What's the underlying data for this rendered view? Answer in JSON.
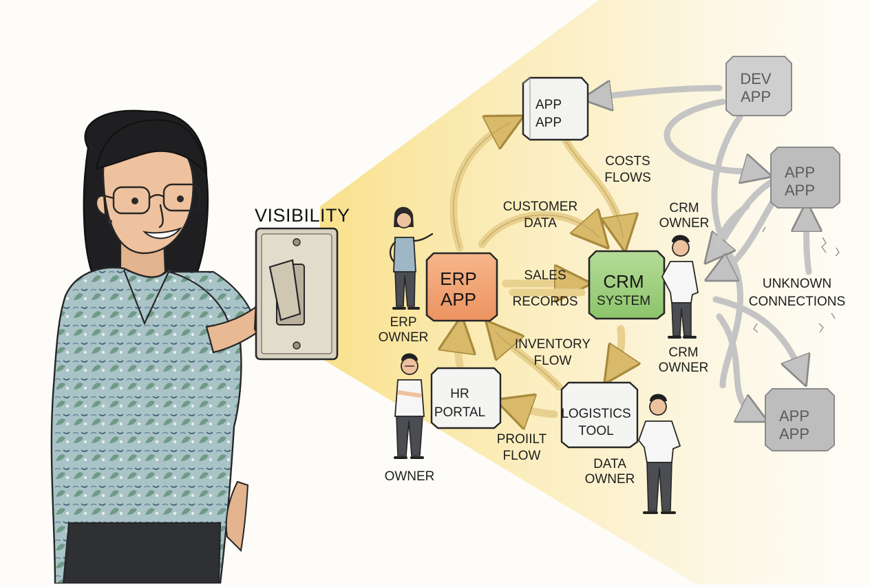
{
  "visibility_label": "VISIBILITY",
  "nodes": {
    "top_app": {
      "line1": "APP",
      "line2": "APP"
    },
    "erp": {
      "line1": "ERP",
      "line2": "APP"
    },
    "crm": {
      "line1": "CRM",
      "line2": "SYSTEM"
    },
    "hr": {
      "line1": "HR",
      "line2": "PORTAL"
    },
    "logistics": {
      "line1": "LOGISTICS",
      "line2": "TOOL"
    },
    "dev_app": {
      "line1": "DEV",
      "line2": "APP"
    },
    "right_app_1": {
      "line1": "APP",
      "line2": "APP"
    },
    "right_app_2": {
      "line1": "APP",
      "line2": "APP"
    }
  },
  "flows": {
    "costs": {
      "line1": "COSTS",
      "line2": "FLOWS"
    },
    "customer": {
      "line1": "CUSTOMER",
      "line2": "DATA"
    },
    "sales": {
      "line1": "SALES",
      "line2": "RECORDS"
    },
    "inventory": {
      "line1": "INVENTORY",
      "line2": "FLOW"
    },
    "profit": {
      "line1": "PROIILT",
      "line2": "FLOW"
    }
  },
  "owners": {
    "erp": {
      "line1": "ERP",
      "line2": "OWNER"
    },
    "crm_top": {
      "line1": "CRM",
      "line2": "OWNER"
    },
    "crm_bottom": {
      "line1": "CRM",
      "line2": "OWNER"
    },
    "hr": {
      "line1": "OWNER"
    },
    "data": {
      "line1": "DATA",
      "line2": "OWNER"
    }
  },
  "unknown": {
    "line1": "UNKNOWN",
    "line2": "CONNECTIONS"
  },
  "colors": {
    "erp": "#f0a26e",
    "crm": "#9fcf7e",
    "node": "#f4f4f2",
    "gray_node": "#bdbdbd",
    "light_cone": "#fbe9a6",
    "flow_arrow": "#e6cd8a",
    "gray_arrow": "#b5b5b5"
  }
}
